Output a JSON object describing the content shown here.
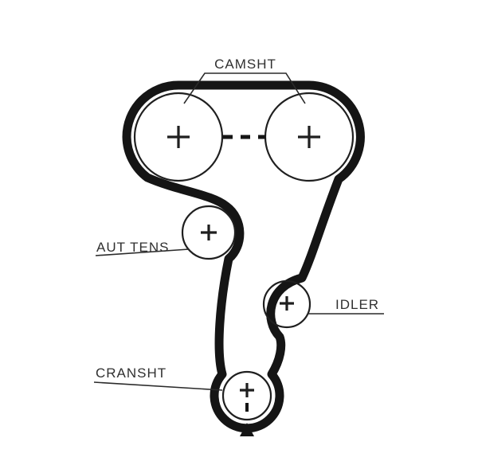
{
  "diagram": {
    "type": "timing-belt-routing",
    "colors": {
      "belt": "#151515",
      "line": "#2a2a2a",
      "pulley_outline": "#1f1f1f",
      "text": "#303030",
      "background": "#ffffff"
    },
    "labels": {
      "camshaft": "CAMSHT",
      "auto_tensioner": "AUT TENS",
      "idler": "IDLER",
      "crankshaft": "CRANSHT"
    },
    "components": [
      {
        "name": "camshaft-pulley-left",
        "label_ref": "camshaft",
        "center_mark": "plus"
      },
      {
        "name": "camshaft-pulley-right",
        "label_ref": "camshaft",
        "center_mark": "plus"
      },
      {
        "name": "auto-tensioner-pulley",
        "label_ref": "auto_tensioner",
        "center_mark": "plus"
      },
      {
        "name": "idler-pulley",
        "label_ref": "idler",
        "center_mark": "plus"
      },
      {
        "name": "crankshaft-pulley",
        "label_ref": "crankshaft",
        "center_mark": "plus"
      }
    ],
    "markers": {
      "camshaft_sync_mark": "horizontal-dashed-line",
      "crankshaft_sync_mark": "vertical-dash",
      "crankshaft_pointer": "triangle-up"
    }
  }
}
